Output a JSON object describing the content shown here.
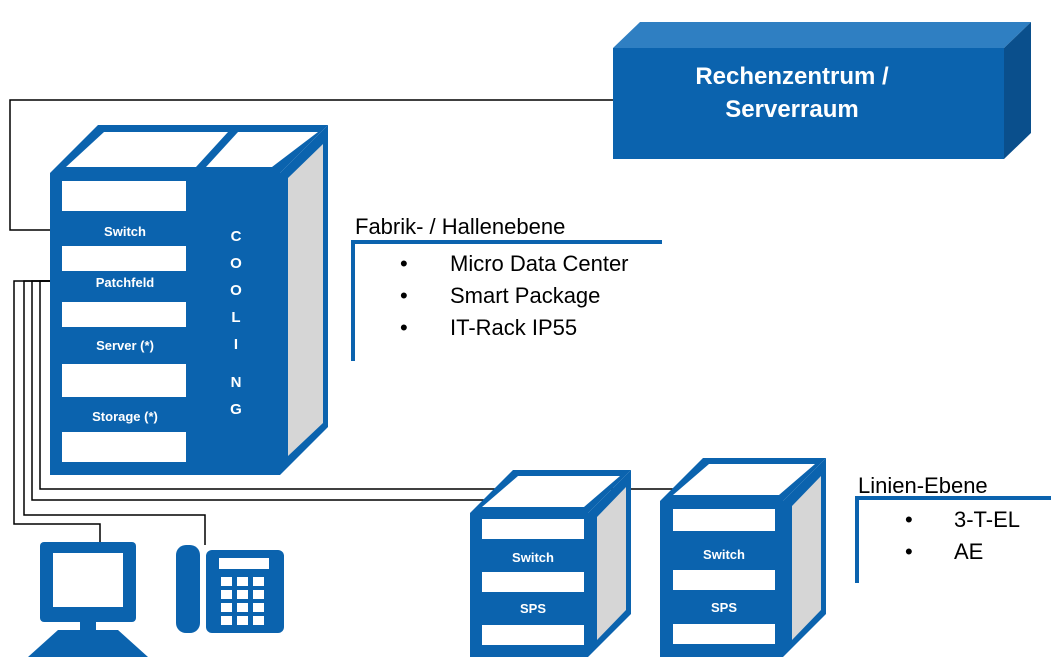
{
  "colors": {
    "primary_blue": "#0b63ae",
    "top_blue": "#2f7fc2",
    "side_gray": "#d6d6d6",
    "line_black": "#000000"
  },
  "datacenter": {
    "title_line1": "Rechenzentrum /",
    "title_line2": "Serverraum"
  },
  "main_rack": {
    "slots": {
      "switch": "Switch",
      "patchfeld": "Patchfeld",
      "server": "Server (*)",
      "storage": "Storage (*)"
    },
    "cooling_letters": [
      "C",
      "O",
      "O",
      "L",
      "I",
      "N",
      "G"
    ]
  },
  "factory_level": {
    "heading": "Fabrik- / Hallenebene",
    "items": [
      "Micro Data Center",
      "Smart Package",
      "IT-Rack IP55"
    ]
  },
  "line_level": {
    "heading": "Linien-Ebene",
    "items": [
      "3-T-EL",
      "AE"
    ]
  },
  "small_rack_1": {
    "switch": "Switch",
    "sps": "SPS"
  },
  "small_rack_2": {
    "switch": "Switch",
    "sps": "SPS"
  },
  "devices": {
    "computer_icon": "computer-icon",
    "phone_icon": "telephone-icon"
  }
}
